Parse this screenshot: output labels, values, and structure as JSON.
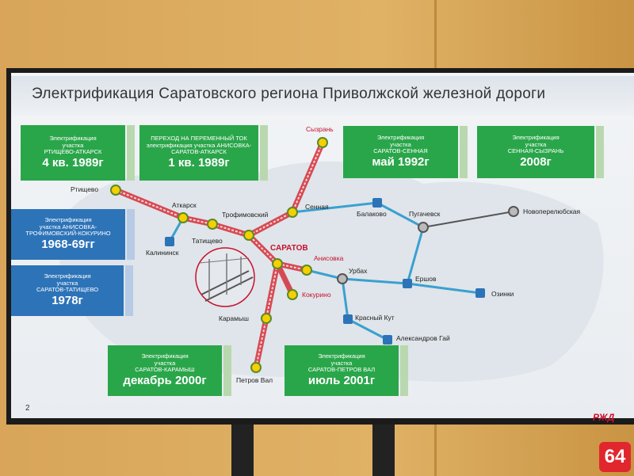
{
  "title": "Электрификация Саратовского региона Приволжской железной дороги",
  "page_number": "2",
  "badge": "64",
  "logo_text": "РЖД",
  "colors": {
    "green": "#2aa64a",
    "blue": "#2d73b8",
    "red": "#c8102e"
  },
  "boxes": {
    "b1": {
      "line1": "Электрификация",
      "line2": "участка",
      "line3": "РТИЩЕВО-АТКАРСК",
      "big": "4 кв. 1989г"
    },
    "b2": {
      "line1": "ПЕРЕХОД НА ПЕРЕМЕННЫЙ ТОК",
      "line2": "электрификация участка АНИСОВКА-",
      "line3": "САРАТОВ-АТКАРСК",
      "big": "1 кв. 1989г"
    },
    "b3": {
      "line1": "Электрификация",
      "line2": "участка",
      "line3": "САРАТОВ-СЕННАЯ",
      "big": "май 1992г"
    },
    "b4": {
      "line1": "Электрификация",
      "line2": "участка",
      "line3": "СЕННАЯ-СЫЗРАНЬ",
      "big": "2008г"
    },
    "b5": {
      "line1": "Электрификация",
      "line2": "участка АНИСОВКА-",
      "line3": "ТРОФИМОВСКИЙ-КОКУРИНО",
      "big": "1968-69гг"
    },
    "b6": {
      "line1": "Электрификация",
      "line2": "участка",
      "line3": "САРАТОВ-ТАТИЩЕВО",
      "big": "1978г"
    },
    "b7": {
      "line1": "Электрификация",
      "line2": "участка",
      "line3": "САРАТОВ-КАРАМЫШ",
      "big": "декабрь 2000г"
    },
    "b8": {
      "line1": "Электрификация",
      "line2": "участка",
      "line3": "САРАТОВ-ПЕТРОВ ВАЛ",
      "big": "июль 2001г"
    }
  },
  "stations": {
    "syzran": "Сызрань",
    "rtishchevo": "Ртищево",
    "atkarsk": "Аткарск",
    "trofimovsky": "Трофимовский",
    "sennaya": "Сенная",
    "tatishchevo": "Татищево",
    "kalininsk": "Калининск",
    "saratov": "САРАТОВ",
    "anisovka": "Анисовка",
    "balakovo": "Балаково",
    "pugachevsk": "Пугачевск",
    "novoperelyubskaya": "Новоперелюбская",
    "urbakh": "Урбах",
    "ershov": "Ершов",
    "ozinki": "Озинки",
    "kokurino": "Кокурино",
    "krasny_kut": "Красный Кут",
    "aleksandrov_gai": "Александров Гай",
    "karamysh": "Карамыш",
    "petrov_val": "Петров Вал"
  }
}
